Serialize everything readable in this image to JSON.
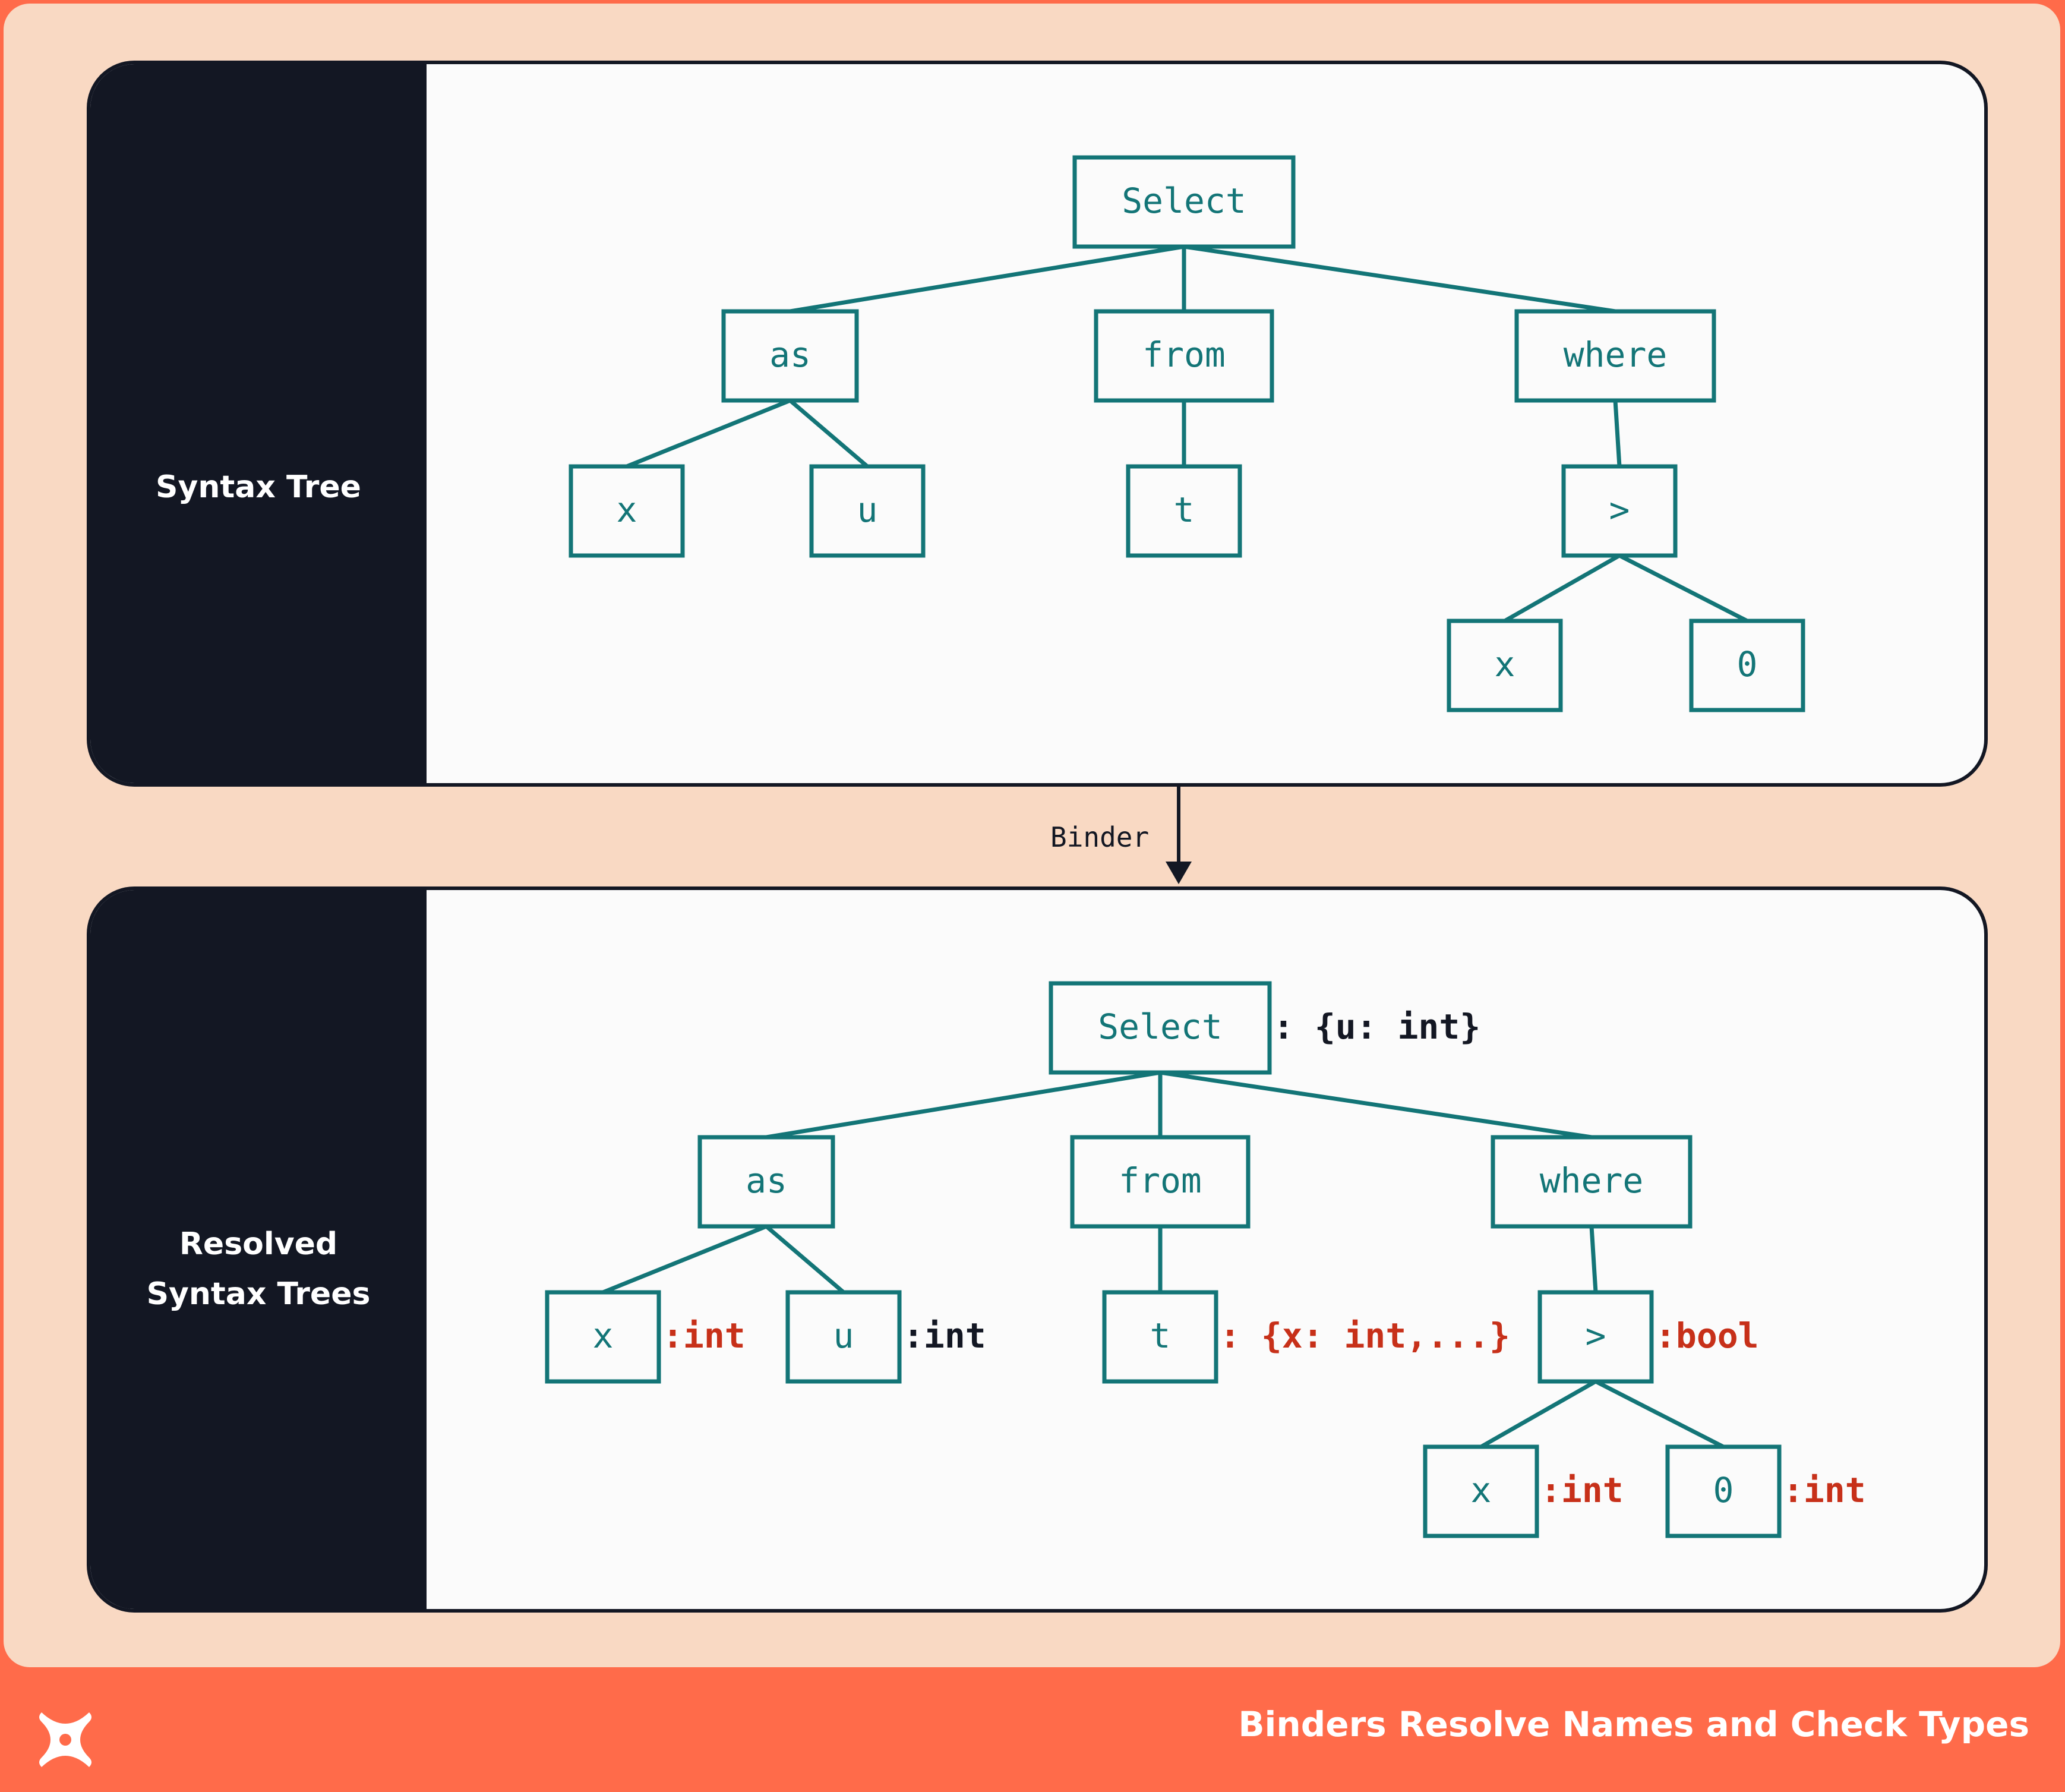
{
  "panels": [
    {
      "label_lines": [
        "Syntax Tree"
      ]
    },
    {
      "label_lines": [
        "Resolved",
        "Syntax Trees"
      ]
    }
  ],
  "nodes": {
    "select": "Select",
    "as": "as",
    "from": "from",
    "where": "where",
    "x": "x",
    "u": "u",
    "t": "t",
    "gt": ">",
    "x2": "x",
    "zero": "0"
  },
  "annotations": {
    "select": ": {u: int}",
    "x": ":int",
    "u": ":int",
    "t": ": {x: int,...}",
    "gt": ":bool",
    "x2": ":int",
    "zero": ":int"
  },
  "colors": {
    "teal": "#137577",
    "red": "#c73019",
    "dark": "#131723",
    "orange": "#ff6b4a",
    "peach": "#f9d9c3"
  },
  "arrow_label": "Binder",
  "footer": {
    "title": "Binders Resolve Names and Check Types",
    "logo_icon": "x-logo-icon"
  }
}
